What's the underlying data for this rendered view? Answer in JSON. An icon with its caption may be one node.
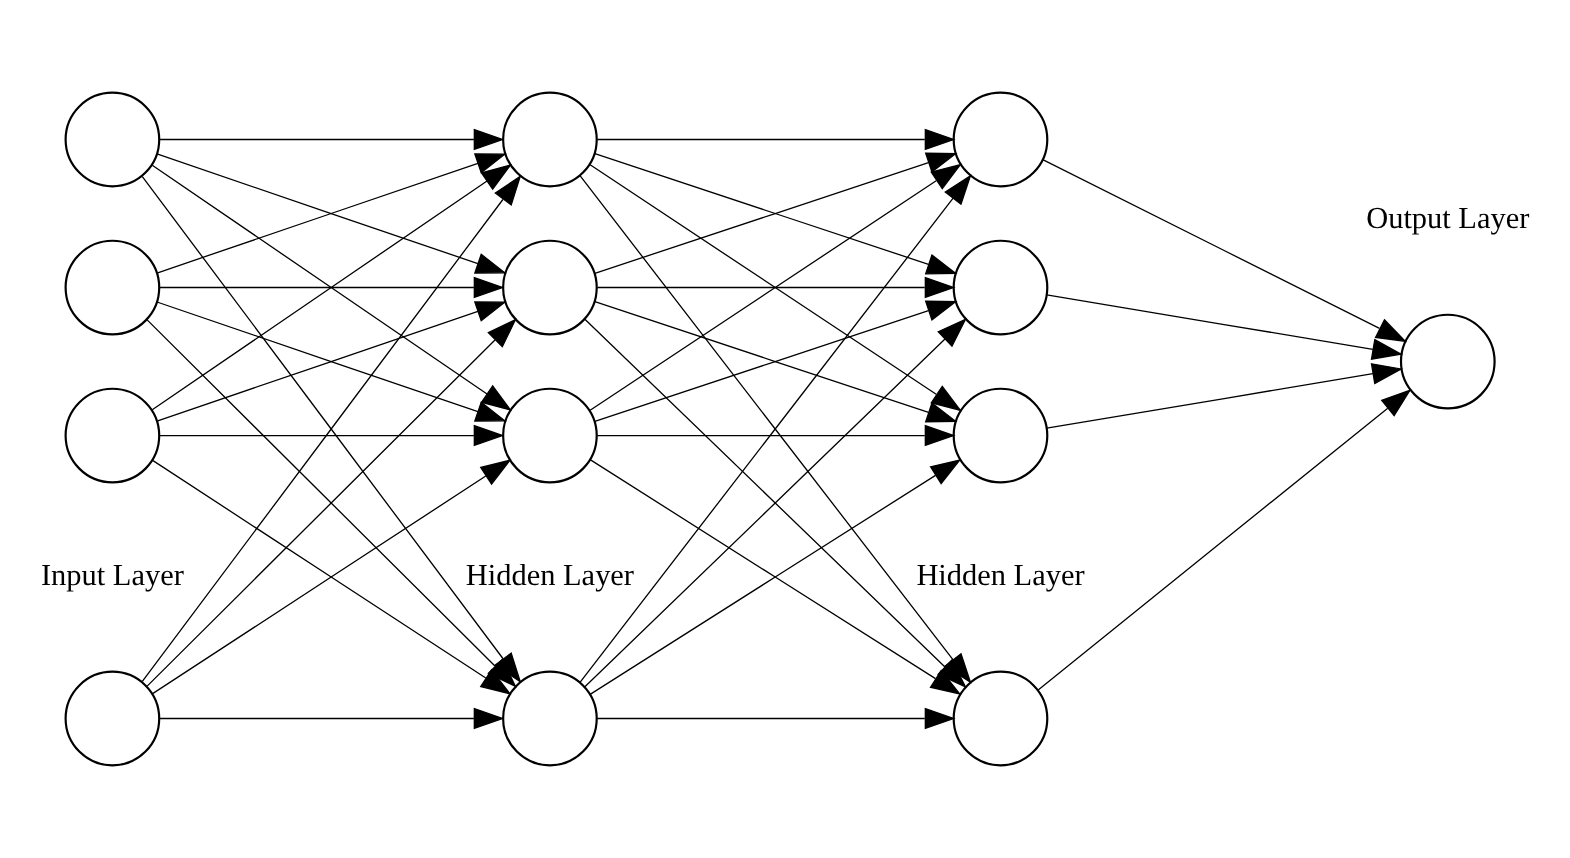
{
  "diagram": {
    "nodes": [
      {
        "text": [],
        "shape": "circle"
      },
      {
        "text": [],
        "shape": "circle"
      },
      {
        "text": [],
        "shape": "circle"
      },
      {
        "text": [],
        "shape": "circle"
      },
      {
        "text": [],
        "shape": "circle"
      },
      {
        "text": [],
        "shape": "circle"
      },
      {
        "text": [],
        "shape": "circle"
      },
      {
        "text": [],
        "shape": "circle"
      },
      {
        "text": [],
        "shape": "circle"
      },
      {
        "text": [],
        "shape": "circle"
      },
      {
        "text": [],
        "shape": "circle"
      },
      {
        "text": [],
        "shape": "circle"
      },
      {
        "text": [],
        "shape": "circle"
      }
    ],
    "edges": [
      {
        "from": 0,
        "to": 4,
        "arrow": "to"
      },
      {
        "from": 0,
        "to": 5,
        "arrow": "to"
      },
      {
        "from": 0,
        "to": 6,
        "arrow": "to"
      },
      {
        "from": 0,
        "to": 7,
        "arrow": "to"
      },
      {
        "from": 1,
        "to": 4,
        "arrow": "to"
      },
      {
        "from": 1,
        "to": 5,
        "arrow": "to"
      },
      {
        "from": 1,
        "to": 6,
        "arrow": "to"
      },
      {
        "from": 1,
        "to": 7,
        "arrow": "to"
      },
      {
        "from": 2,
        "to": 4,
        "arrow": "to"
      },
      {
        "from": 2,
        "to": 5,
        "arrow": "to"
      },
      {
        "from": 2,
        "to": 6,
        "arrow": "to"
      },
      {
        "from": 2,
        "to": 7,
        "arrow": "to"
      },
      {
        "from": 3,
        "to": 4,
        "arrow": "to"
      },
      {
        "from": 3,
        "to": 5,
        "arrow": "to"
      },
      {
        "from": 3,
        "to": 6,
        "arrow": "to"
      },
      {
        "from": 3,
        "to": 7,
        "arrow": "to"
      },
      {
        "from": 4,
        "to": 8,
        "arrow": "to"
      },
      {
        "from": 4,
        "to": 9,
        "arrow": "to"
      },
      {
        "from": 4,
        "to": 10,
        "arrow": "to"
      },
      {
        "from": 4,
        "to": 11,
        "arrow": "to"
      },
      {
        "from": 5,
        "to": 8,
        "arrow": "to"
      },
      {
        "from": 5,
        "to": 9,
        "arrow": "to"
      },
      {
        "from": 5,
        "to": 10,
        "arrow": "to"
      },
      {
        "from": 5,
        "to": 11,
        "arrow": "to"
      },
      {
        "from": 6,
        "to": 8,
        "arrow": "to"
      },
      {
        "from": 6,
        "to": 9,
        "arrow": "to"
      },
      {
        "from": 6,
        "to": 10,
        "arrow": "to"
      },
      {
        "from": 6,
        "to": 11,
        "arrow": "to"
      },
      {
        "from": 7,
        "to": 8,
        "arrow": "to"
      },
      {
        "from": 7,
        "to": 9,
        "arrow": "to"
      },
      {
        "from": 7,
        "to": 10,
        "arrow": "to"
      },
      {
        "from": 7,
        "to": 11,
        "arrow": "to"
      },
      {
        "from": 8,
        "to": 12,
        "arrow": "to"
      },
      {
        "from": 9,
        "to": 12,
        "arrow": "to"
      },
      {
        "from": 10,
        "to": 12,
        "arrow": "to"
      },
      {
        "from": 11,
        "to": 12,
        "arrow": "to"
      }
    ],
    "labels": [
      "Input Layer",
      "Hidden Layer",
      "Hidden Layer",
      "Output Layer"
    ]
  }
}
